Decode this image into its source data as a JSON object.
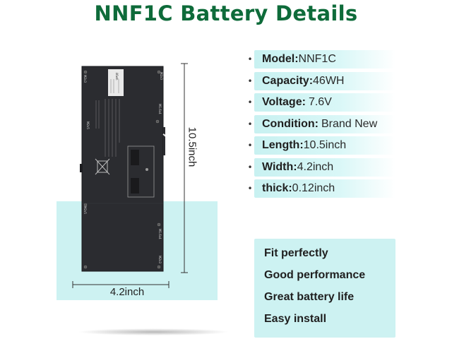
{
  "title": "NNF1C Battery Details",
  "dimensions": {
    "length": "10.5inch",
    "width": "4.2inch"
  },
  "battery_labels": {
    "screw_top": "M2x3",
    "screw_mid": "M1.6x4",
    "screw_left": "M2x3",
    "screw_low": "M2x5",
    "screw_bottom_left": "M2x5",
    "screw_right_mid": "M1.6x4",
    "screw_right_bottom": "M2x3",
    "sticker": "46wh"
  },
  "specs": [
    {
      "label": "Model:",
      "value": "NNF1C"
    },
    {
      "label": "Capacity:",
      "value": "46WH"
    },
    {
      "label": "Voltage:",
      "value": "7.6V"
    },
    {
      "label": "Condition:",
      "value": "Brand New"
    },
    {
      "label": "Length:",
      "value": "10.5inch"
    },
    {
      "label": "Width:",
      "value": "4.2inch"
    },
    {
      "label": "thick:",
      "value": "0.12inch"
    }
  ],
  "features": [
    "Fit perfectly",
    "Good performance",
    "Great battery life",
    "Easy install"
  ],
  "colors": {
    "title": "#0e6b3a",
    "accent_bg": "#cdf2f2",
    "battery_body": "#2a2b2e"
  },
  "icons": {
    "bullet": "bullet-dot-icon",
    "recycle": "crossed-bin-icon"
  }
}
